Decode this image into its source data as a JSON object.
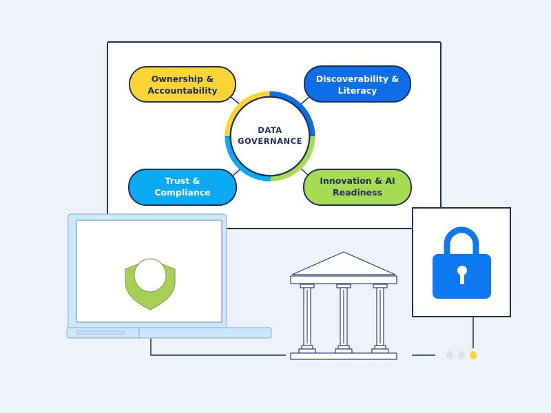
{
  "diagram": {
    "center": {
      "line1": "DATA",
      "line2": "GOVERNANCE"
    },
    "pillars": [
      {
        "line1": "Ownership &",
        "line2": "Accountability",
        "color": "#fcd535",
        "text_color": "#1d2d5c"
      },
      {
        "line1": "Discoverability &",
        "line2": "Literacy",
        "color": "#0d6ee8",
        "text_color": "#ffffff"
      },
      {
        "line1": "Trust &",
        "line2": "Compliance",
        "color": "#0aaaf4",
        "text_color": "#ffffff"
      },
      {
        "line1": "Innovation & AI",
        "line2": "Readiness",
        "color": "#a7dc52",
        "text_color": "#1d2d5c"
      }
    ]
  },
  "icons": [
    "laptop-icon",
    "shield-icon",
    "bank-building-icon",
    "padlock-icon"
  ],
  "colors": {
    "outline": "#1d2d5c",
    "background": "#eef3fb",
    "lock": "#0d7af2",
    "shield": "#a7d155",
    "dot_active": "#fcd535",
    "dot_inactive": "#dfe2ea"
  }
}
